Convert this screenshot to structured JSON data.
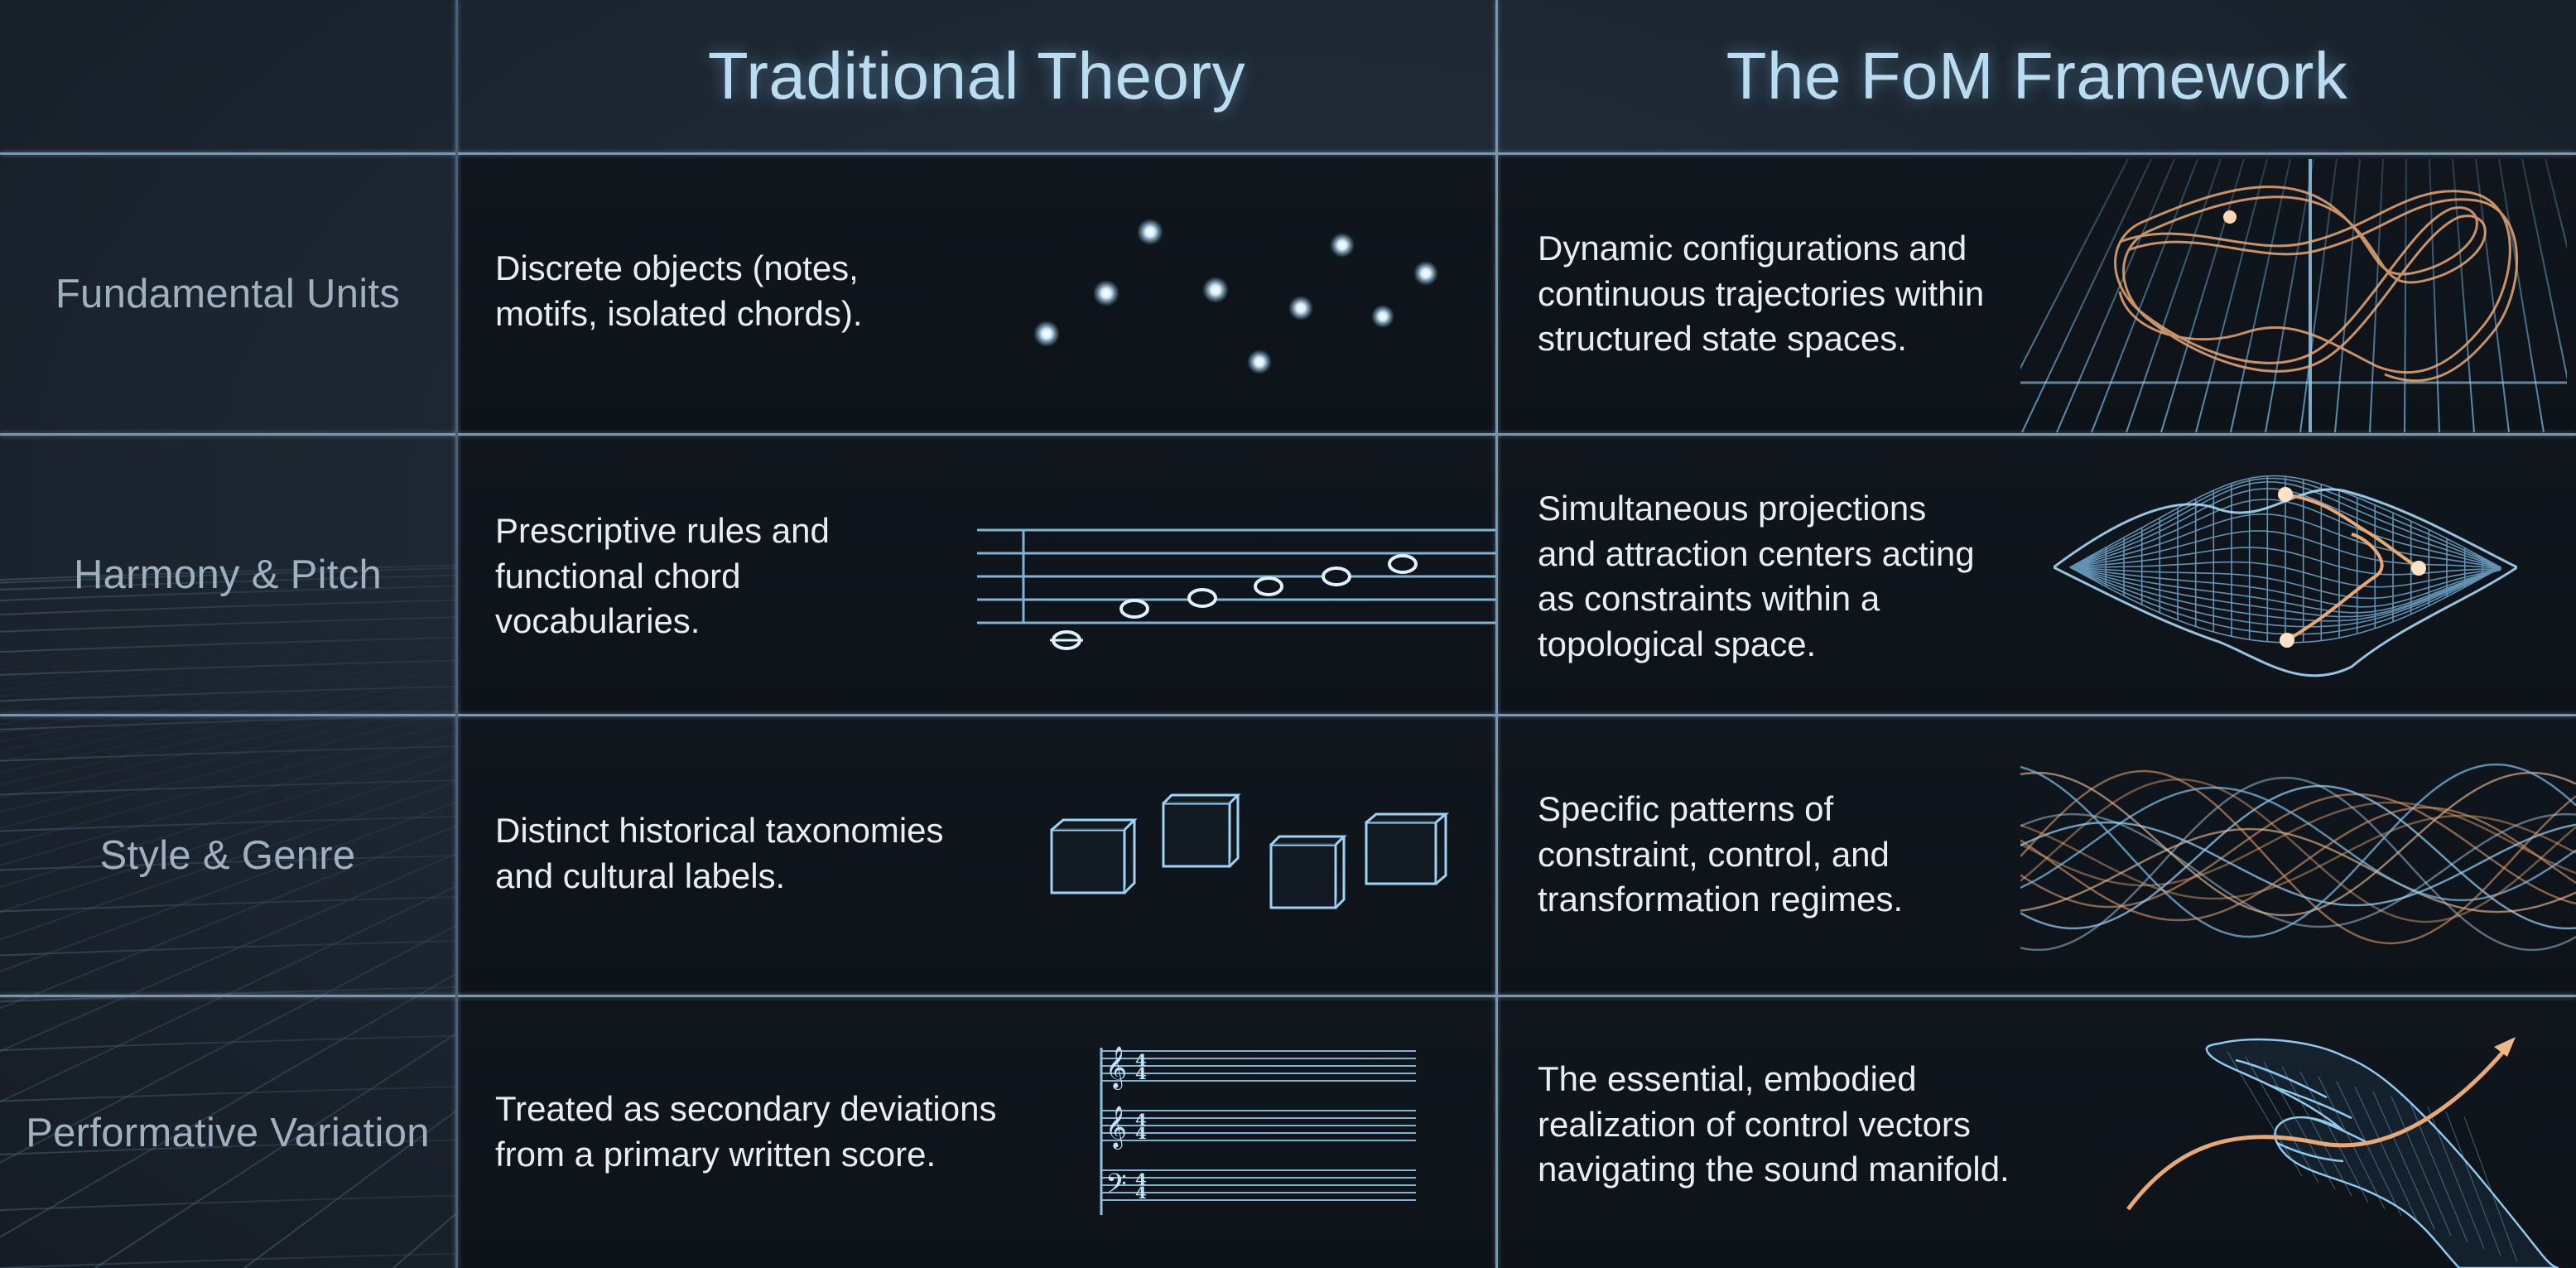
{
  "header": {
    "traditional": "Traditional Theory",
    "fom": "The FoM Framework"
  },
  "rows": [
    {
      "label": "Fundamental Units",
      "traditional": "Discrete objects (notes,\nmotifs, isolated chords).",
      "fom": "Dynamic configurations and\ncontinuous trajectories within\nstructured state spaces."
    },
    {
      "label": "Harmony & Pitch",
      "traditional": "Prescriptive rules and\nfunctional chord\nvocabularies.",
      "fom": "Simultaneous projections\nand attraction centers acting\nas constraints within a\ntopological space."
    },
    {
      "label": "Style & Genre",
      "traditional": "Distinct historical taxonomies\nand cultural labels.",
      "fom": "Specific patterns of\nconstraint, control, and\ntransformation regimes."
    },
    {
      "label": "Performative Variation",
      "traditional": "Treated as secondary deviations\nfrom a primary written score.",
      "fom": "The essential, embodied\nrealization of control vectors\nnavigating the sound manifold."
    }
  ],
  "illustrations": [
    "scattered-dots-icon",
    "glowing-trajectory-grid-icon",
    "music-staff-notes-icon",
    "attractor-surface-icon",
    "cubes-icon",
    "interwoven-waves-icon",
    "score-staves-icon",
    "hand-vector-icon"
  ],
  "colors": {
    "header_text": "#b9dcf0",
    "row_label": "#9fb0c0",
    "cell_bg": "#0f151c",
    "glow_blue": "#9fd3f5",
    "glow_orange": "#e9a874",
    "grid_line": "#7b95ab"
  }
}
